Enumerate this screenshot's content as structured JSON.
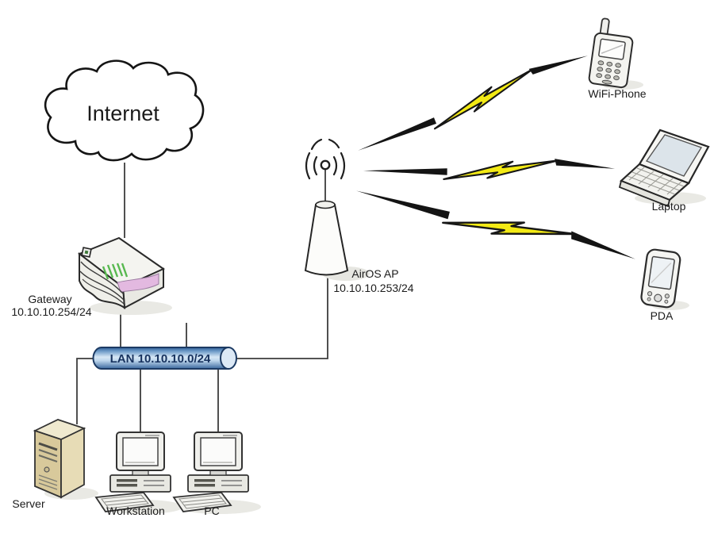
{
  "nodes": {
    "internet": {
      "label": "Internet"
    },
    "gateway": {
      "label": "Gateway",
      "ip": "10.10.10.254/24"
    },
    "lan": {
      "label": "LAN 10.10.10.0/24"
    },
    "server": {
      "label": "Server"
    },
    "workstation": {
      "label": "Workstation"
    },
    "pc": {
      "label": "PC"
    },
    "access_point": {
      "label": "AirOS AP",
      "ip": "10.10.10.253/24"
    },
    "wifi_phone": {
      "label": "WiFi-Phone"
    },
    "laptop": {
      "label": "Laptop"
    },
    "pda": {
      "label": "PDA"
    }
  },
  "colors": {
    "lan_pipe_dark": "#2e5d96",
    "lan_pipe_light": "#d7e7f5",
    "lan_text": "#17325e",
    "bolt_yellow": "#f3ea15",
    "wire": "#3d3d3d",
    "server_body": "#d8c99b",
    "gateway_led_green": "#57b84f",
    "gateway_accent_pink": "#e3b9e0"
  }
}
